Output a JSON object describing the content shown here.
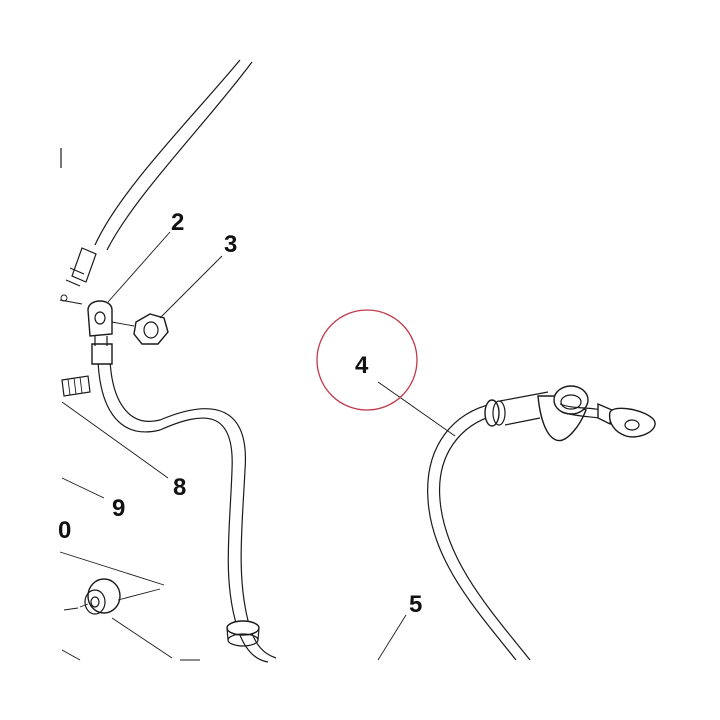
{
  "diagram": {
    "callouts": [
      {
        "id": "2",
        "label": "2"
      },
      {
        "id": "3",
        "label": "3"
      },
      {
        "id": "4",
        "label": "4"
      },
      {
        "id": "5",
        "label": "5"
      },
      {
        "id": "8",
        "label": "8"
      },
      {
        "id": "9",
        "label": "9"
      },
      {
        "id": "10",
        "label": "0"
      }
    ],
    "highlight_color": "#c0394a",
    "line_color": "#1a1a1a"
  }
}
